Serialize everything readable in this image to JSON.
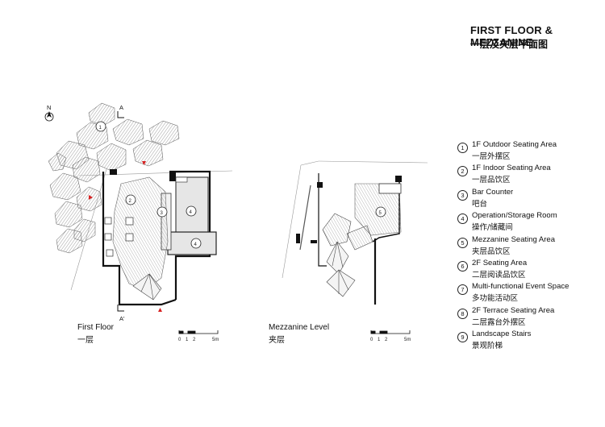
{
  "title": {
    "en": "FIRST FLOOR & MEZZANINE",
    "cn": "一层及夹层平面图"
  },
  "plans": {
    "first_floor": {
      "label_en": "First Floor",
      "label_cn": "一层"
    },
    "mezzanine": {
      "label_en": "Mezzanine Level",
      "label_cn": "夹层"
    }
  },
  "scale_bar": {
    "ticks": [
      "0",
      "1",
      "2",
      "5m"
    ]
  },
  "north": "N",
  "section_marks": {
    "top": "A",
    "bottom": "A'"
  },
  "legend": [
    {
      "num": "1",
      "en": "1F Outdoor Seating Area",
      "cn": "一层外摆区"
    },
    {
      "num": "2",
      "en": "1F Indoor Seating Area",
      "cn": "一层品饮区"
    },
    {
      "num": "3",
      "en": "Bar Counter",
      "cn": "吧台"
    },
    {
      "num": "4",
      "en": "Operation/Storage Room",
      "cn": "操作/储藏间"
    },
    {
      "num": "5",
      "en": "Mezzanine Seating Area",
      "cn": "夹层品饮区"
    },
    {
      "num": "6",
      "en": "2F Seating Area",
      "cn": "二层阅读品饮区"
    },
    {
      "num": "7",
      "en": "Multi-functional Event Space",
      "cn": "多功能活动区"
    },
    {
      "num": "8",
      "en": "2F Terrace Seating Area",
      "cn": "二层露台外摆区"
    },
    {
      "num": "9",
      "en": "Landscape Stairs",
      "cn": "景观阶梯"
    }
  ],
  "plan_markers": [
    "1",
    "2",
    "3",
    "4",
    "4",
    "5"
  ],
  "colors": {
    "accent_red": "#d62020",
    "room_gray": "#e6e6e6",
    "wall": "#111111"
  }
}
